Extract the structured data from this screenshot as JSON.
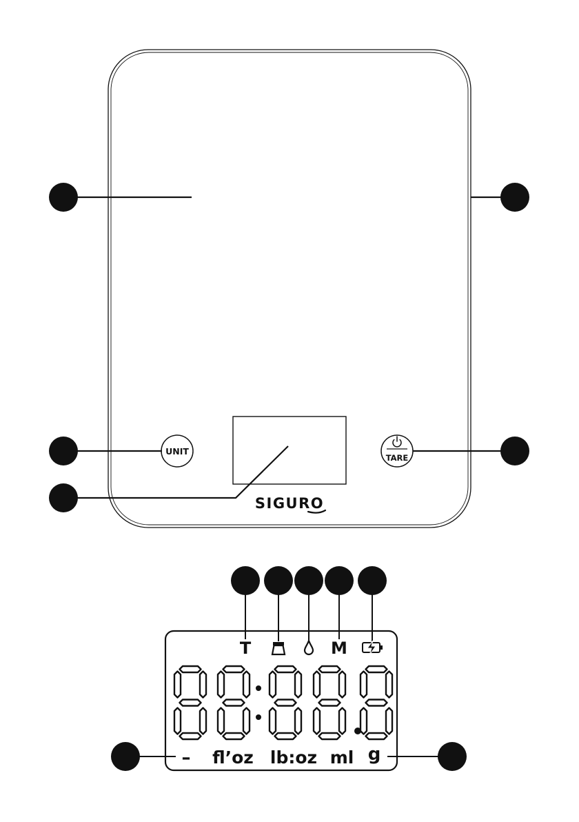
{
  "brand": "SIGURO",
  "buttons": {
    "unit_label": "UNIT",
    "tare_label": "TARE"
  },
  "lcd": {
    "indicators": {
      "tare": "T",
      "hold_icon": "weight-icon",
      "liquid_icon": "droplet-icon",
      "memory": "M",
      "battery_icon": "battery-charging-icon"
    },
    "digits_shown": "88:88.8",
    "units": {
      "minus": "–",
      "floz": "fl’oz",
      "lboz": "lb:oz",
      "ml": "ml",
      "g": "g"
    }
  },
  "colors": {
    "line": "#111111",
    "callout_fill": "#111111",
    "background": "#ffffff"
  }
}
